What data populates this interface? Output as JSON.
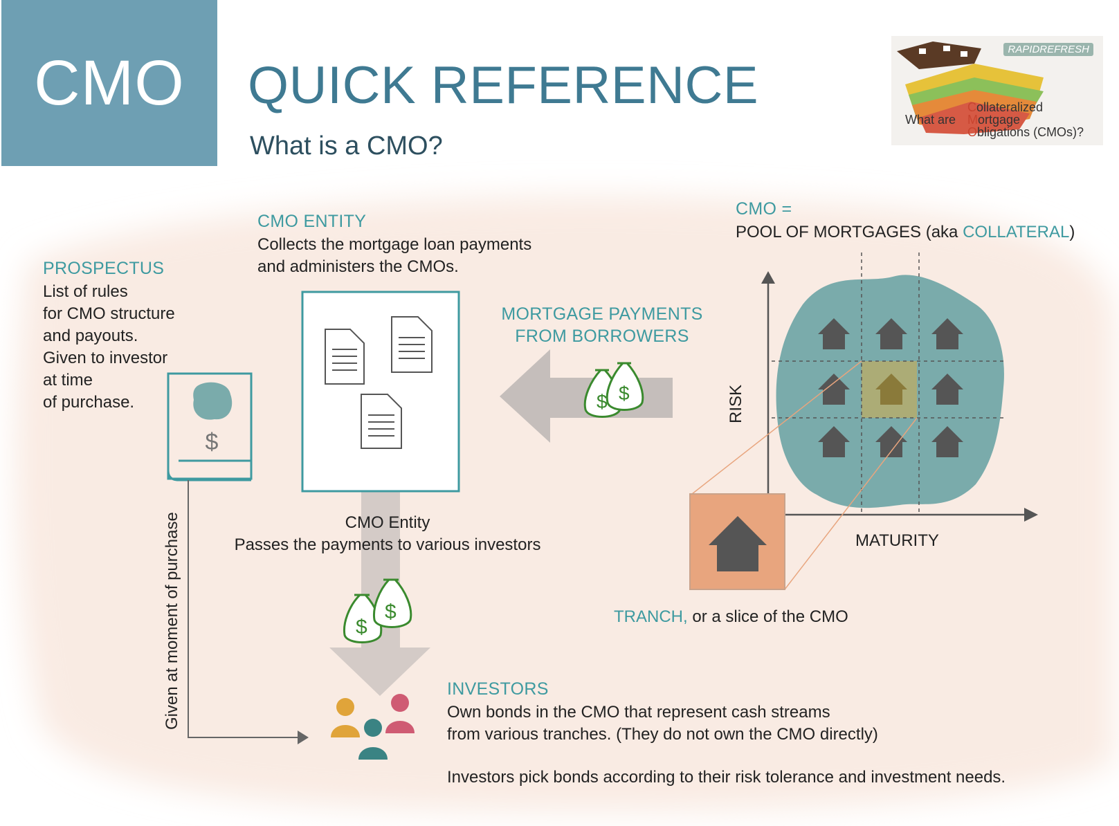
{
  "header": {
    "badge": "CMO",
    "title": "QUICK REFERENCE",
    "subtitle": "What is a CMO?"
  },
  "banner": {
    "brand": "RAPIDREFRESH",
    "prefix": "What are",
    "line1_cap": "C",
    "line1_rest": "ollateralized",
    "line2_cap": "M",
    "line2_rest": "ortgage",
    "line3_cap": "O",
    "line3_rest": "bligations (CMOs)?"
  },
  "prospectus": {
    "heading": "PROSPECTUS",
    "lines": [
      "List of rules",
      "for CMO structure",
      "and payouts.",
      "Given to investor",
      "at time",
      "of purchase."
    ],
    "vertical_label": "Given at moment of purchase"
  },
  "entity": {
    "heading": "CMO ENTITY",
    "line1": "Collects the mortgage loan payments",
    "line2": "and administers the CMOs.",
    "pass_title": "CMO Entity",
    "pass_text": "Passes the payments to various investors"
  },
  "payments": {
    "line1": "MORTGAGE PAYMENTS",
    "line2": "FROM BORROWERS"
  },
  "pool": {
    "prefix": "CMO =",
    "line_text": "POOL OF MORTGAGES (aka ",
    "line_highlight": "COLLATERAL",
    "line_end": ")",
    "y_axis": "RISK",
    "x_axis": "MATURITY"
  },
  "tranch": {
    "highlight": "TRANCH,",
    "rest": " or a slice of the CMO"
  },
  "investors": {
    "heading": "INVESTORS",
    "line1": "Own bonds in the CMO that represent cash streams",
    "line2": "from various tranches. (They do not own the CMO directly)",
    "line3": "Investors pick bonds according to their risk tolerance and investment needs."
  },
  "symbols": {
    "dollar": "$"
  },
  "colors": {
    "header_bg": "#6e9fb3",
    "title": "#3f7a92",
    "accent_teal": "#3e9aa0",
    "pool_blob": "#7aabab",
    "house": "#555555",
    "tranch_box": "#e8a57e",
    "highlight_cell": "#b5ab6c",
    "arrow_gray": "#c5bebb",
    "money_green": "#3a8a2e",
    "investor_yellow": "#e0a43a",
    "investor_pink": "#cf5b73",
    "investor_teal": "#3a8383"
  }
}
